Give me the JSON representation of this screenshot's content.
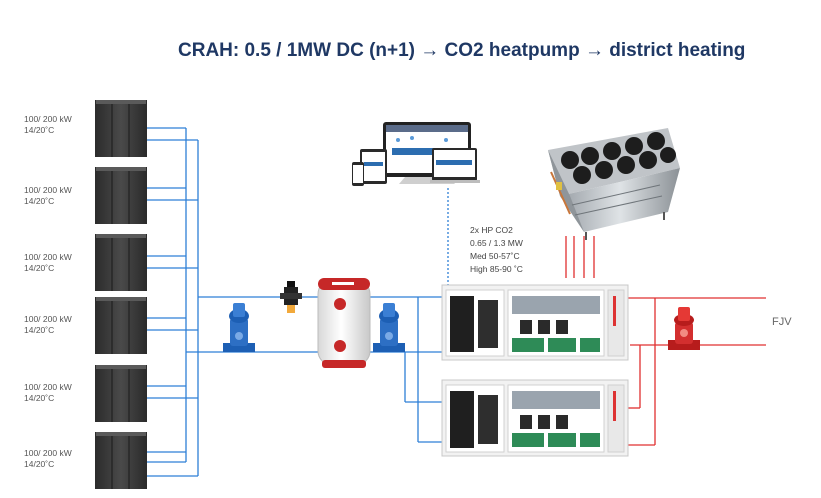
{
  "title": "CRAH: 0.5 / 1MW DC (n+1) → CO2 heatpump → district heating",
  "crah_units": [
    {
      "capacity": "100/ 200 kW",
      "temps": "14/20˚C"
    },
    {
      "capacity": "100/ 200 kW",
      "temps": "14/20˚C"
    },
    {
      "capacity": "100/ 200 kW",
      "temps": "14/20˚C"
    },
    {
      "capacity": "100/ 200 kW",
      "temps": "14/20˚C"
    },
    {
      "capacity": "100/ 200 kW",
      "temps": "14/20˚C"
    },
    {
      "capacity": "100/ 200 kW",
      "temps": "14/20˚C"
    }
  ],
  "heatpump_specs": [
    "2x HP CO2",
    "0.65 / 1.3 MW",
    "Med 50-57˚C",
    "High 85-90 ˚C"
  ],
  "district_heating_label": "FJV",
  "colors": {
    "cold_pipe": "#2e7fd6",
    "hot_pipe": "#e03030",
    "title": "#1f3864"
  }
}
